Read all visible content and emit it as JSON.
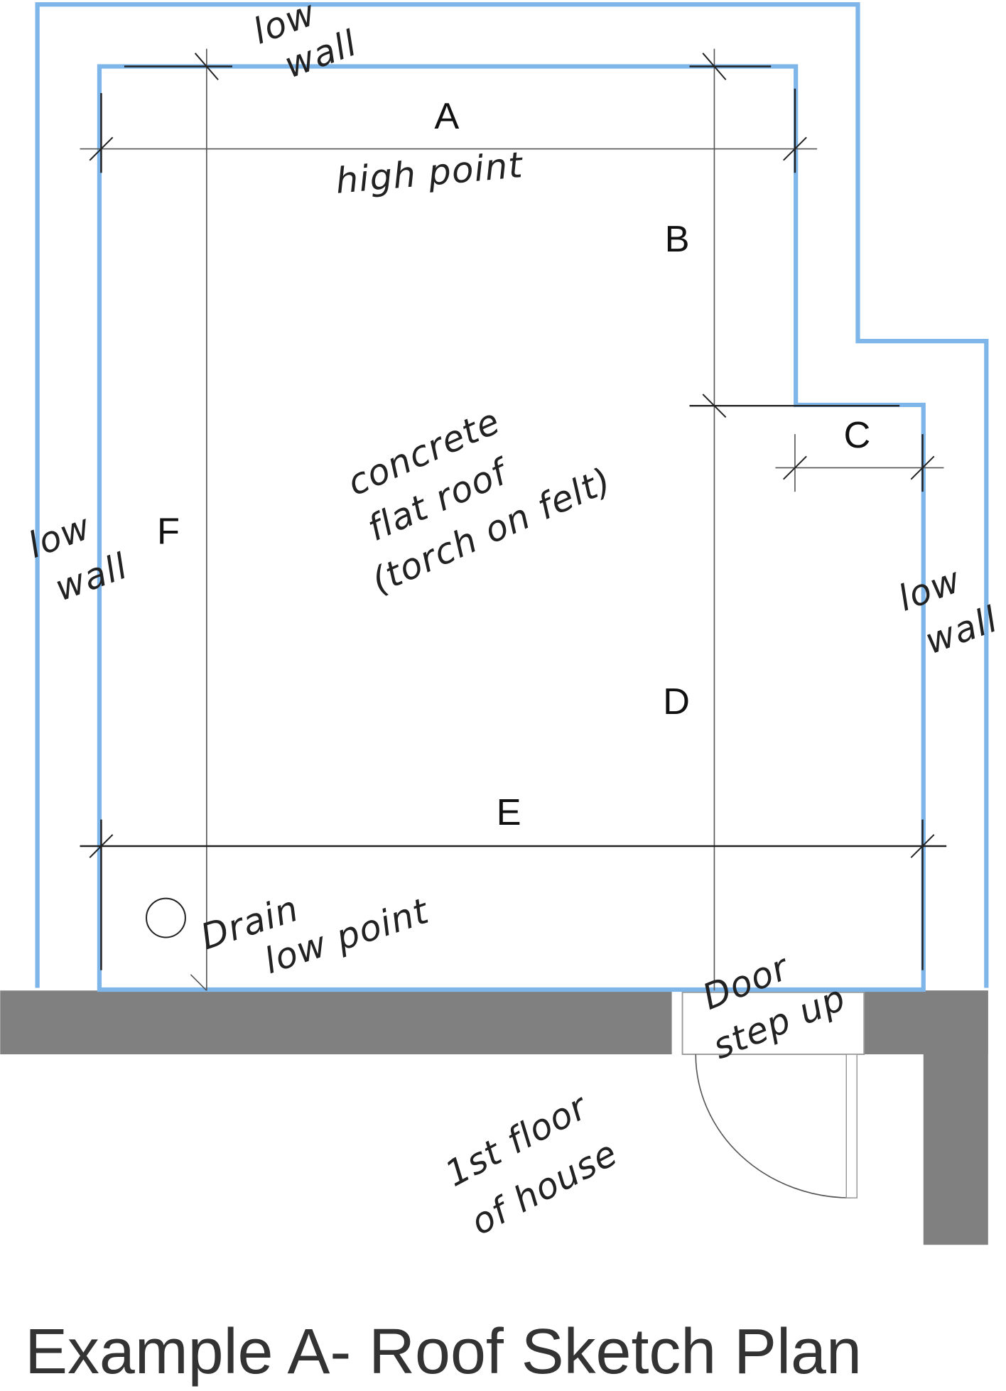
{
  "title": "Example A- Roof Sketch Plan",
  "dimensions": {
    "a": "A",
    "b": "B",
    "c": "C",
    "d": "D",
    "e": "E",
    "f": "F"
  },
  "notes": {
    "low_wall_top": [
      "low",
      "wall"
    ],
    "high_point": "high point",
    "roof": [
      "concrete",
      "flat roof",
      "(torch on felt)"
    ],
    "low_wall_left": [
      "low",
      "wall"
    ],
    "low_wall_right": [
      "low",
      "wall"
    ],
    "drain": [
      "Drain",
      "low point"
    ],
    "door": [
      "Door",
      "step up"
    ],
    "house": [
      "1st floor",
      "of house"
    ]
  },
  "colors": {
    "wall_outline": "#7fb6ea",
    "house_wall": "#808080"
  }
}
